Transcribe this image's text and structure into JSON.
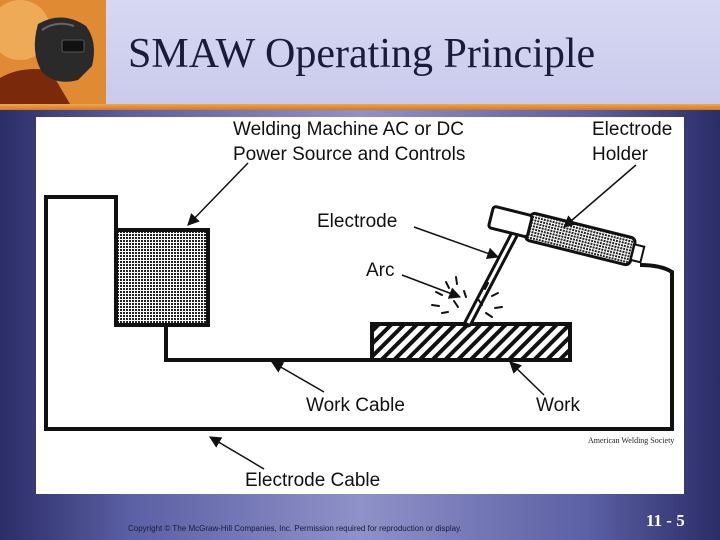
{
  "slide": {
    "title": "SMAW Operating Principle",
    "copyright": "Copyright © The McGraw-Hill Companies, Inc.  Permission required for reproduction or display.",
    "page_number": "11 - 5"
  },
  "diagram": {
    "labels": {
      "power_source_line1": "Welding Machine AC or DC",
      "power_source_line2": "Power Source and Controls",
      "holder_line1": "Electrode",
      "holder_line2": "Holder",
      "electrode": "Electrode",
      "arc": "Arc",
      "work_cable": "Work Cable",
      "work": "Work",
      "electrode_cable": "Electrode Cable"
    },
    "credit": "American Welding Society"
  },
  "colors": {
    "title_bar": "#d0d2ee",
    "accent_stripe": "#e8902f",
    "background": "#5b5fa4",
    "title_text": "#1a1a3a"
  },
  "icons": {
    "logo": "welder-helmet-icon"
  }
}
